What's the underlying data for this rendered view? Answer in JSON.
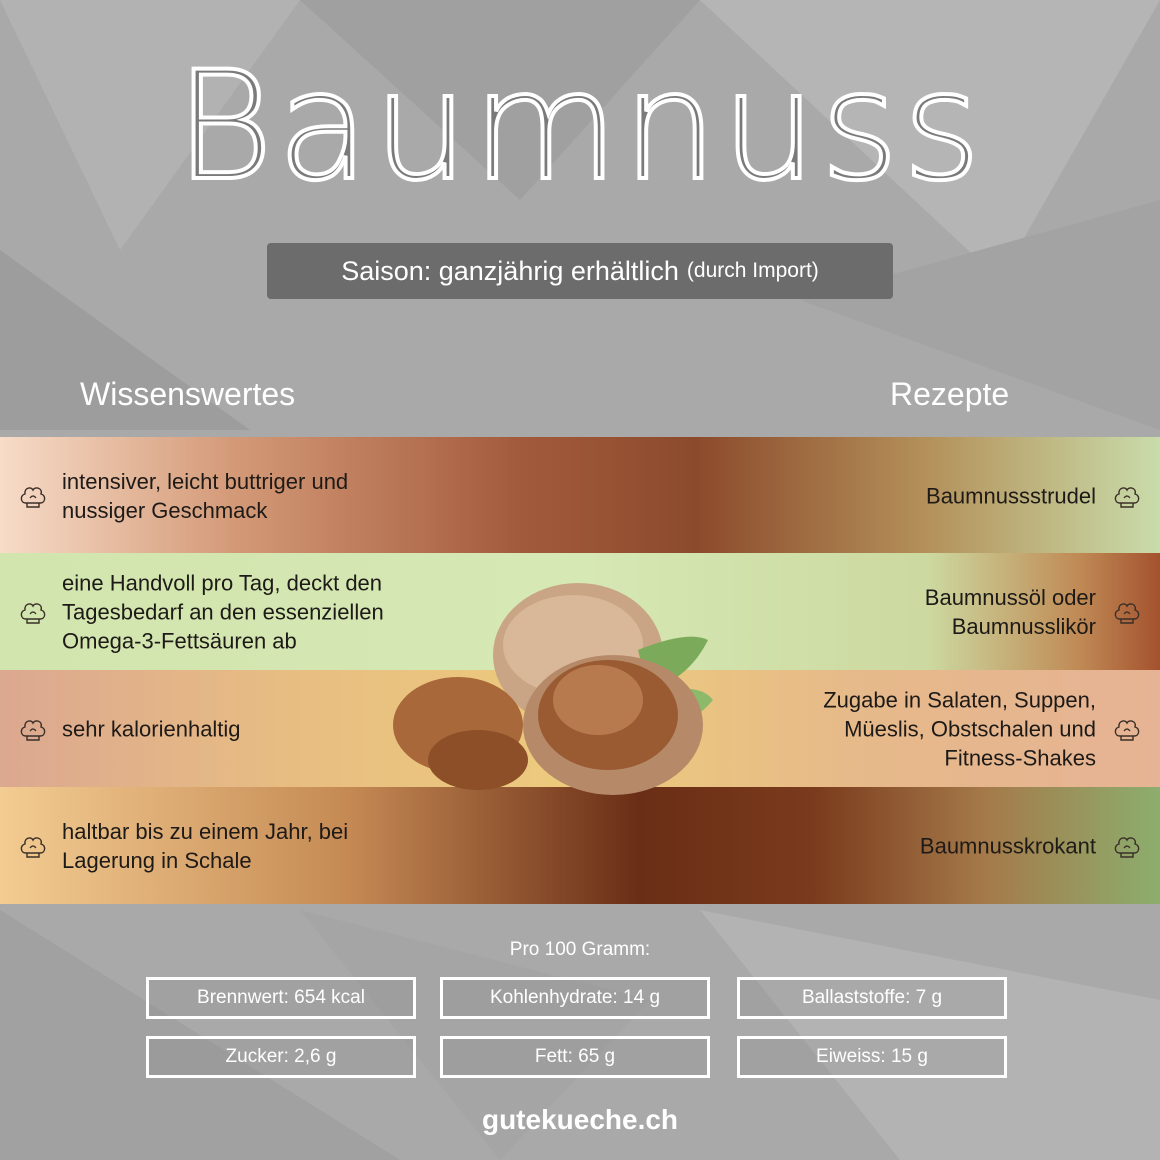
{
  "title": "Baumnuss",
  "season": {
    "main": "Saison: ganzjährig erhältlich",
    "note": "(durch Import)"
  },
  "headings": {
    "left": "Wissenswertes",
    "right": "Rezepte"
  },
  "rows": [
    {
      "fact": "intensiver, leicht buttriger und\nnussiger Geschmack",
      "recipe": "Baumnussstrudel"
    },
    {
      "fact": "eine Handvoll pro Tag, deckt den\nTagesbedarf  an den essenziellen\nOmega-3-Fettsäuren ab",
      "recipe": "Baumnussöl oder\nBaumnusslikör"
    },
    {
      "fact": "sehr kalorienhaltig",
      "recipe": "Zugabe in Salaten, Suppen,\nMüeslis, Obstschalen und\nFitness-Shakes"
    },
    {
      "fact": "haltbar bis zu einem Jahr, bei\nLagerung in Schale",
      "recipe": "Baumnusskrokant"
    }
  ],
  "nutrition": {
    "title": "Pro 100 Gramm:",
    "items": [
      "Brennwert: 654 kcal",
      "Kohlenhydrate: 14 g",
      "Ballaststoffe: 7 g",
      "Zucker: 2,6 g",
      "Fett: 65 g",
      "Eiweiss: 15 g"
    ]
  },
  "footer": {
    "logo": "gutekueche.ch"
  }
}
